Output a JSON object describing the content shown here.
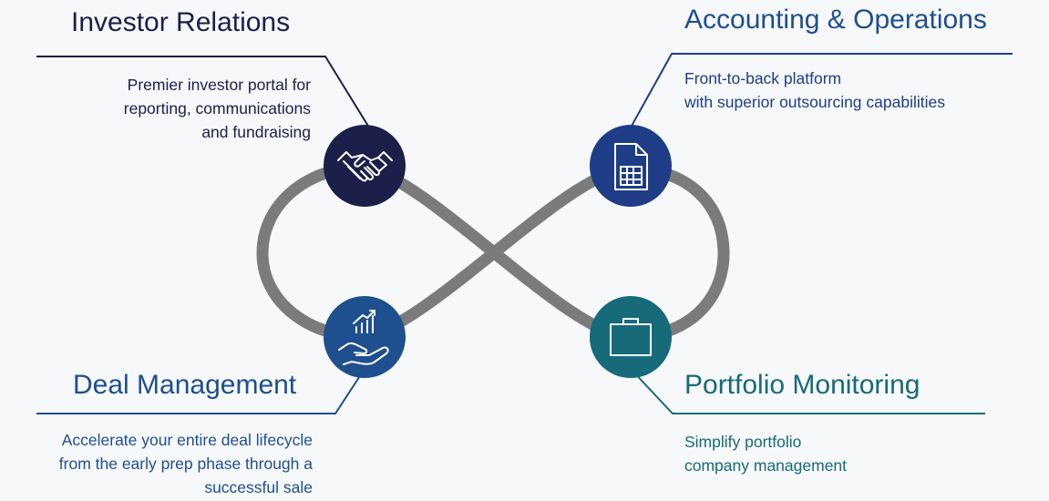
{
  "colors": {
    "background": "#f7f8fa",
    "loop": "#7b7b7b",
    "investor_relations": "#1b1f4a",
    "accounting_operations": "#1e3d86",
    "deal_management": "#1e4f8f",
    "portfolio_monitoring": "#166a7a"
  },
  "sections": {
    "investor_relations": {
      "title": "Investor Relations",
      "lines": [
        "Premier investor portal for",
        "reporting, communications",
        "and fundraising"
      ],
      "icon": "handshake-icon"
    },
    "accounting_operations": {
      "title": "Accounting & Operations",
      "lines": [
        "Front-to-back platform",
        "with superior outsourcing capabilities"
      ],
      "icon": "spreadsheet-document-icon"
    },
    "deal_management": {
      "title": "Deal Management",
      "lines": [
        "Accelerate your entire deal lifecycle",
        "from the early prep phase through a",
        "successful sale"
      ],
      "icon": "hand-growth-chart-icon"
    },
    "portfolio_monitoring": {
      "title": "Portfolio Monitoring",
      "lines": [
        "Simplify portfolio",
        "company management"
      ],
      "icon": "briefcase-icon"
    }
  }
}
